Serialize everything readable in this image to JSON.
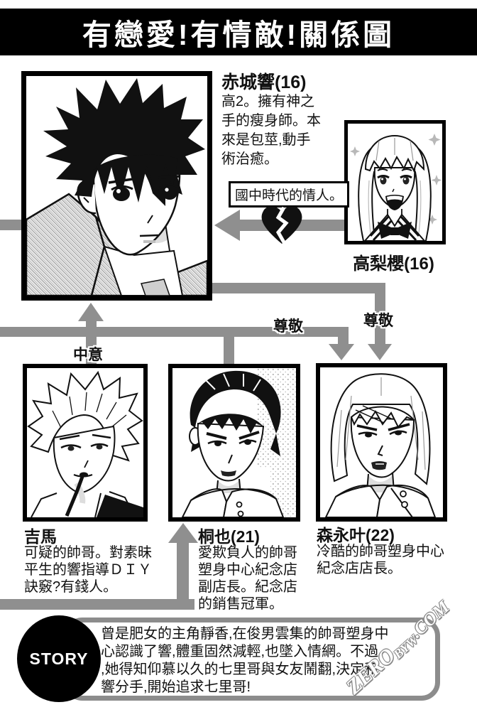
{
  "header": {
    "title": "有戀愛!有情敵!關係圖",
    "bg": "#000000",
    "fg": "#ffffff"
  },
  "characters": {
    "hibiki": {
      "name": "赤城響(16)",
      "desc": "高2。擁有神之\n手的瘦身師。本\n來是包莖,動手\n術治癒。"
    },
    "sakura": {
      "name": "高梨櫻(16)"
    },
    "yoshima": {
      "name": "吉馬",
      "desc": "可疑的帥哥。對素昧\n平生的響指導ＤＩＹ\n訣竅?有錢人。"
    },
    "touya": {
      "name": "桐也(21)",
      "desc": "愛欺負人的帥哥\n塑身中心紀念店\n副店長。紀念店\n的銷售冠軍。"
    },
    "kanata": {
      "name": "森永叶(22)",
      "desc": "冷酷的帥哥塑身中心\n紀念店店長。"
    }
  },
  "relations": {
    "lover_label": "國中時代的情人。",
    "like_label": "中意",
    "respect_label_1": "尊敬",
    "respect_label_2": "尊敬",
    "broken_heart_icon": "broken-heart"
  },
  "story": {
    "badge": "STORY",
    "text": "曾是肥女的主角靜香,在俊男雲集的帥哥塑身中\n心認識了響,體重固然減輕,也墜入情網。不過\n,她得知仰慕以久的七里哥與女友鬧翻,決定和\n響分手,開始追求七里哥!"
  },
  "watermark": {
    "zero": "ZERO",
    "byw": "BYW",
    "com": ".COM"
  },
  "colors": {
    "arrow": "#8f8f8f",
    "banner_bg": "#000000",
    "banner_fg": "#ffffff",
    "story_border": "#8c8c8c",
    "ink": "#111111"
  }
}
